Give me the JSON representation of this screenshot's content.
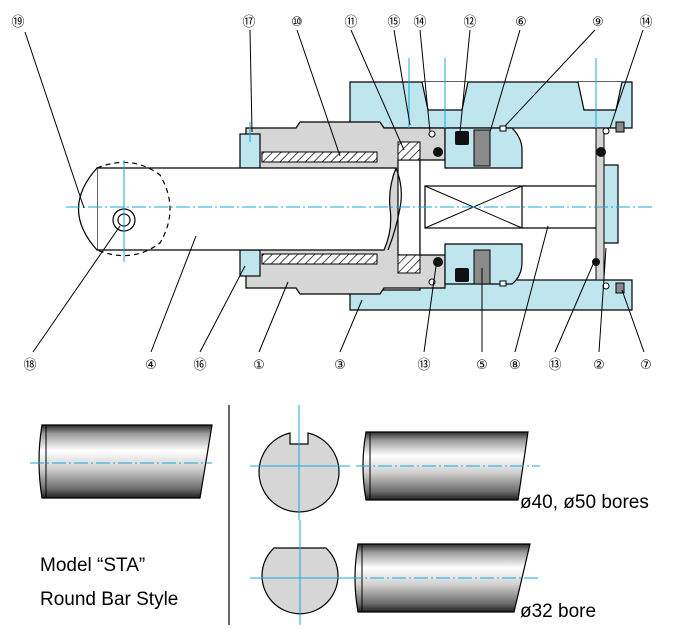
{
  "colors": {
    "cyan_part": "#bfe6ee",
    "gray_part": "#d6d6d6",
    "centerline": "#1aa7d8",
    "outline": "#000000"
  },
  "callouts": {
    "c19": "⑲",
    "c17": "⑰",
    "c10": "⑩",
    "c11": "⑪",
    "c15": "⑮",
    "c14a": "⑭",
    "c12": "⑫",
    "c6": "⑥",
    "c9": "⑨",
    "c14b": "⑭",
    "c18": "⑱",
    "c4": "④",
    "c16": "⑯",
    "c1": "①",
    "c3": "③",
    "c13a": "⑬",
    "c5": "⑤",
    "c8": "⑧",
    "c13b": "⑬",
    "c2": "②",
    "c7": "⑦"
  },
  "captions": {
    "model": "Model “STA”",
    "style": "Round Bar Style",
    "bore_40_50": "ø40, ø50 bores",
    "bore_32": "ø32 bore"
  }
}
